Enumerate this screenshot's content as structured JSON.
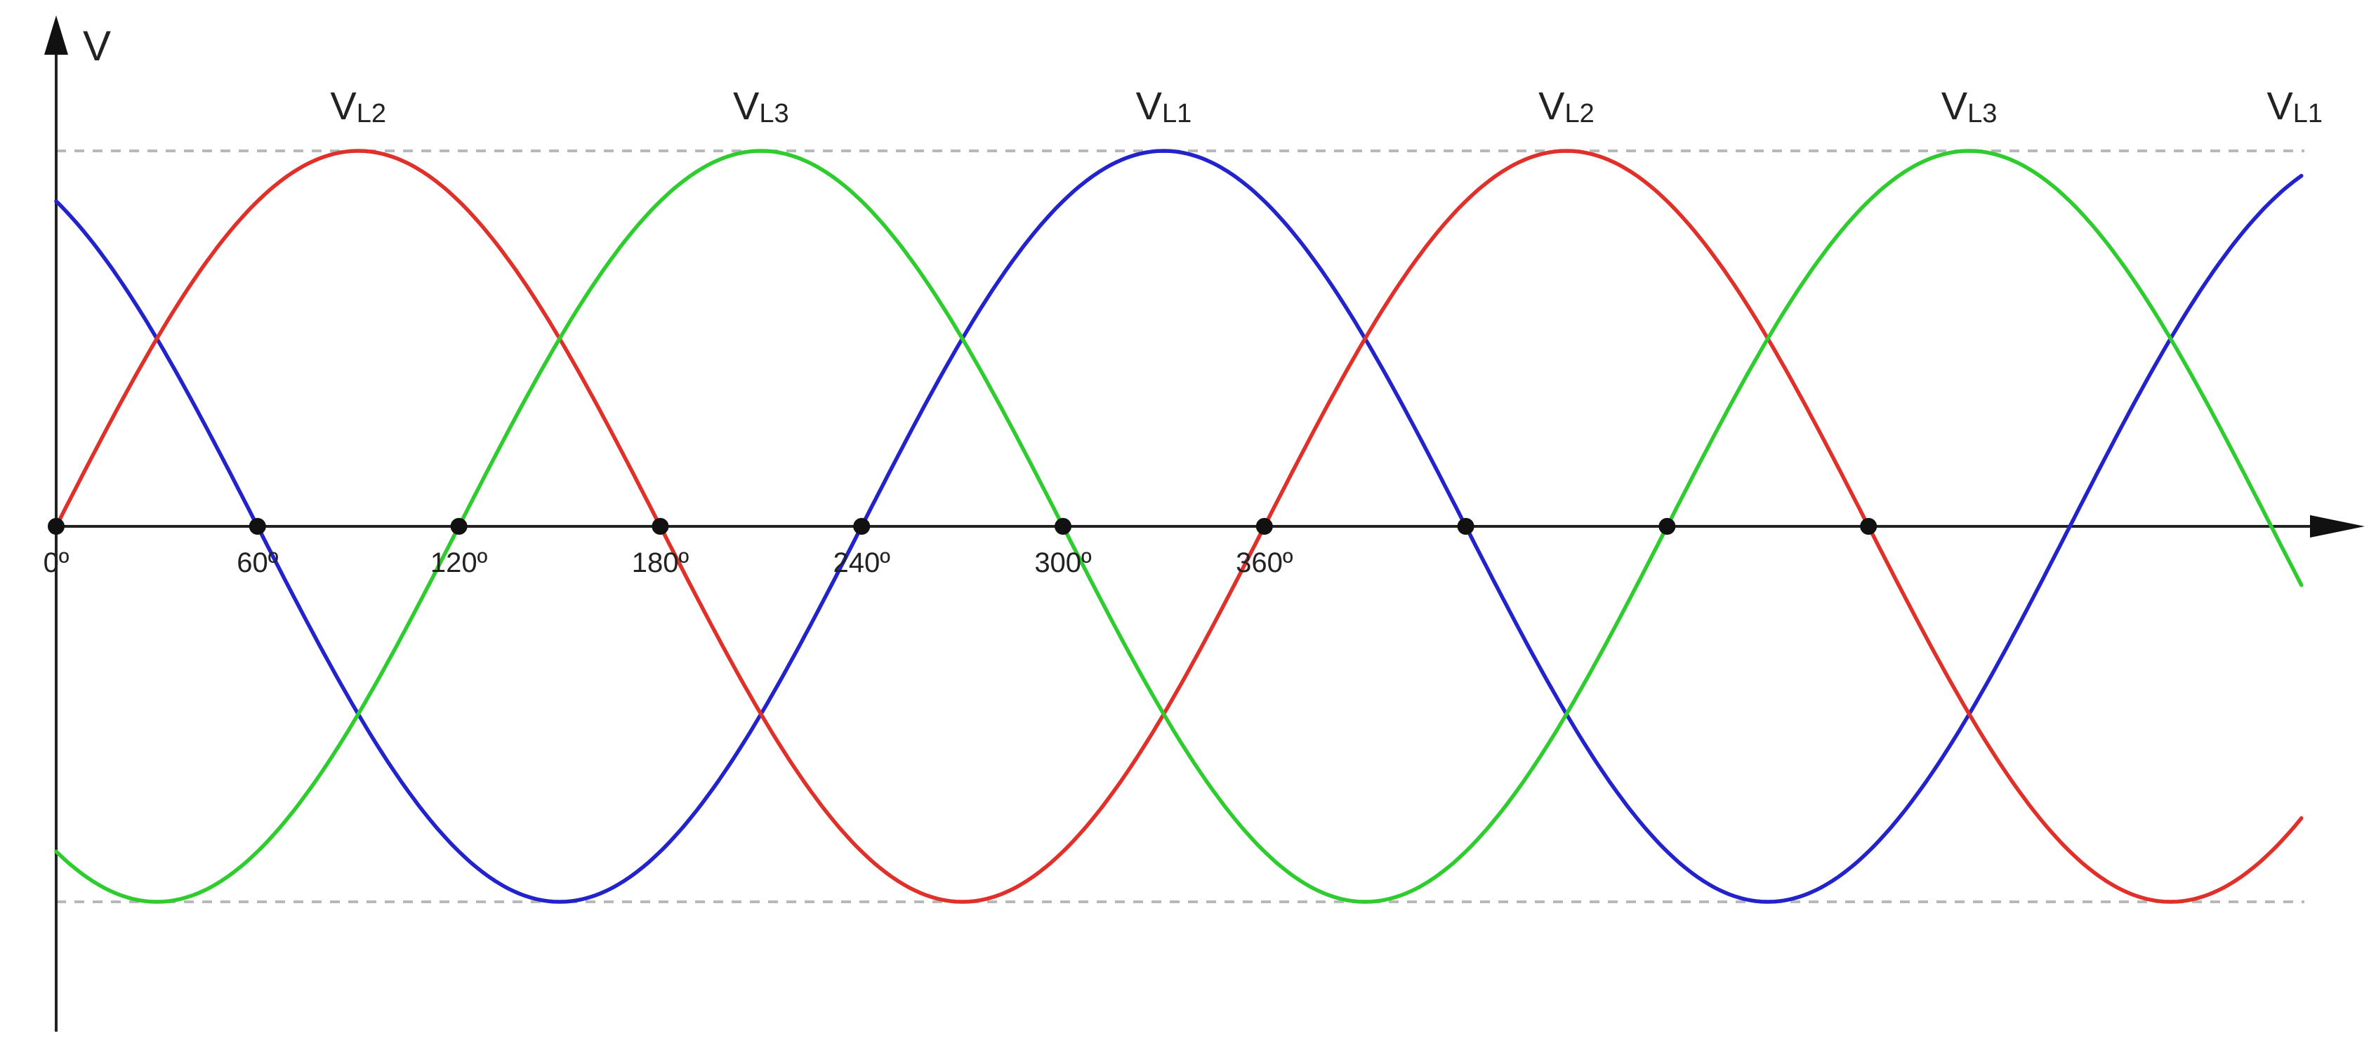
{
  "chart_data": {
    "type": "line",
    "title": "",
    "xlabel": "",
    "ylabel": "V",
    "x_unit": "degrees",
    "xlim": [
      0,
      680
    ],
    "ylim": [
      -1.15,
      1.15
    ],
    "amplitude": 1,
    "grid": false,
    "reference_lines": [
      1,
      -1
    ],
    "tick_labels": [
      {
        "x": 0,
        "label": "0º"
      },
      {
        "x": 60,
        "label": "60º"
      },
      {
        "x": 120,
        "label": "120º"
      },
      {
        "x": 180,
        "label": "180º"
      },
      {
        "x": 240,
        "label": "240º"
      },
      {
        "x": 300,
        "label": "300º"
      },
      {
        "x": 360,
        "label": "360º"
      }
    ],
    "zero_crossing_markers": [
      0,
      60,
      120,
      180,
      240,
      300,
      360,
      420,
      480,
      540
    ],
    "series": [
      {
        "name": "VL1",
        "color": "#2323cc",
        "phase_deg": 120,
        "formula": "sin(x + 120°)"
      },
      {
        "name": "VL2",
        "color": "#e0302a",
        "phase_deg": 0,
        "formula": "sin(x)"
      },
      {
        "name": "VL3",
        "color": "#2ecc2e",
        "phase_deg": -120,
        "formula": "sin(x - 120°)"
      }
    ],
    "peak_labels": [
      {
        "x": 90,
        "main": "V",
        "sub": "L2"
      },
      {
        "x": 210,
        "main": "V",
        "sub": "L3"
      },
      {
        "x": 330,
        "main": "V",
        "sub": "L1"
      },
      {
        "x": 450,
        "main": "V",
        "sub": "L2"
      },
      {
        "x": 570,
        "main": "V",
        "sub": "L3"
      },
      {
        "x": 667,
        "main": "V",
        "sub": "L1"
      }
    ]
  }
}
